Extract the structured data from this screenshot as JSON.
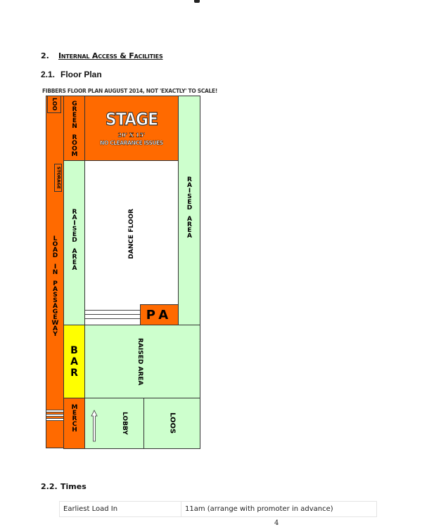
{
  "header": {
    "cut_off_fragment": ""
  },
  "section": {
    "number": "2.",
    "title": "Internal Access & Facilities"
  },
  "subsections": [
    {
      "number": "2.1.",
      "title": "Floor Plan"
    },
    {
      "number": "2.2.",
      "title": "Times"
    }
  ],
  "floor_plan": {
    "caption": "FIBBERS FLOOR PLAN AUGUST 2014, NOT 'EXACTLY' TO SCALE!",
    "colors": {
      "orange": "#ff6a00",
      "green": "#cdffcd",
      "yellow": "#ffff00",
      "white": "#ffffff"
    },
    "rooms": {
      "loo": "LOO",
      "green_room": "GREEN ROOM",
      "stage": {
        "title": "STAGE",
        "dimensions": "20' X 15'",
        "note": "NO CLEARANCE ISSUES"
      },
      "storage": "STORAGE",
      "passageway": "LOAD IN PASSAGEWAY",
      "raised_left": "RAISED AREA",
      "dance_floor": "DANCE FLOOR",
      "raised_right": "RAISED AREA",
      "pa": "PA",
      "bar": "BAR",
      "raised_bottom": "RAISED AREA",
      "merch": "MERCH",
      "lobby": "LOBBY",
      "loos": "LOOS"
    }
  },
  "times_table": {
    "rows": [
      {
        "label": "Earliest Load In",
        "value": "11am (arrange with promoter in advance)"
      }
    ]
  },
  "footer": {
    "page_number": "4"
  }
}
